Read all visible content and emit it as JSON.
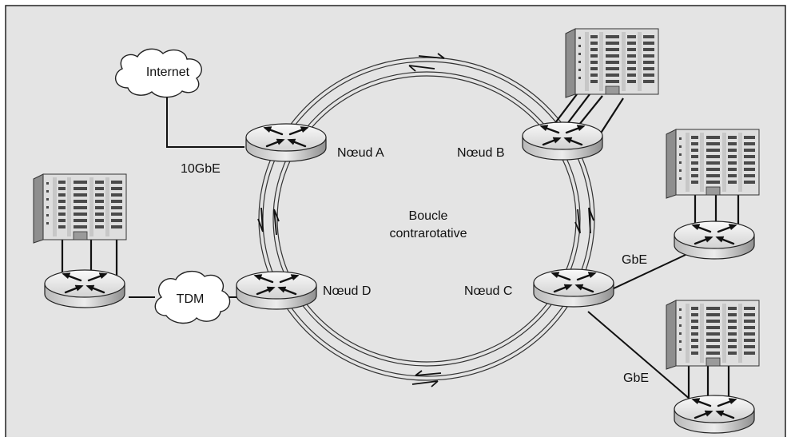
{
  "diagram": {
    "center_label": {
      "line1": "Boucle",
      "line2": "contrarotative"
    },
    "nodes": {
      "a": "Nœud A",
      "b": "Nœud B",
      "c": "Nœud C",
      "d": "Nœud D"
    },
    "clouds": {
      "internet": "Internet",
      "tdm": "TDM"
    },
    "links": {
      "ten_gbe": "10GbE",
      "gbe_upper": "GbE",
      "gbe_lower": "GbE"
    }
  },
  "colors": {
    "background": "#e4e4e4",
    "border": "#222222",
    "router_top": "#e8e8e8",
    "router_side": "#9a9a9a",
    "building_face": "#d9d9d9",
    "building_side": "#8c8c8c",
    "window": "#4a4a4a"
  }
}
